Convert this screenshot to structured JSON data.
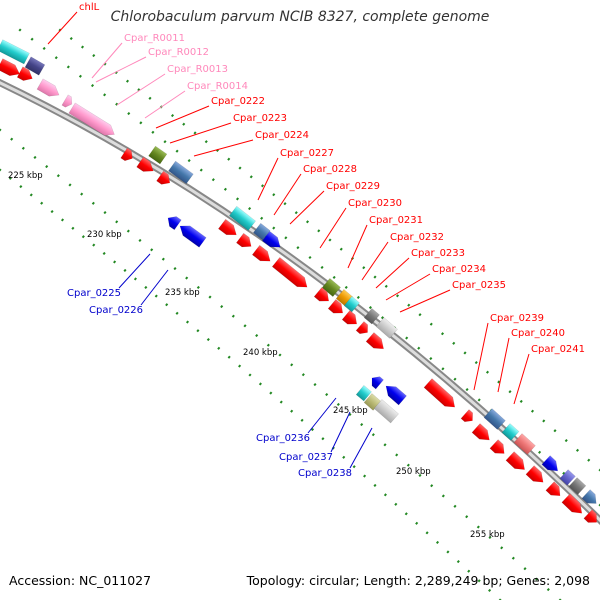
{
  "title": "Chlorobaculum parvum NCIB 8327, complete genome",
  "footer": {
    "accession": "Accession: NC_011027",
    "summary": "Topology: circular; Length: 2,289,249 bp; Genes: 2,098"
  },
  "colors": {
    "forward_label": "#ff0000",
    "reverse_label": "#0000cc",
    "rna_label": "#ff88bb",
    "tick_dots": "#228822",
    "backbone": "#999999"
  },
  "scale_ticks": [
    {
      "label": "225 kbp",
      "kbp": 225
    },
    {
      "label": "230 kbp",
      "kbp": 230
    },
    {
      "label": "235 kbp",
      "kbp": 235
    },
    {
      "label": "240 kbp",
      "kbp": 240
    },
    {
      "label": "245 kbp",
      "kbp": 245
    },
    {
      "label": "250 kbp",
      "kbp": 250
    },
    {
      "label": "255 kbp",
      "kbp": 255
    }
  ],
  "gene_labels": {
    "forward": [
      "chlL",
      "Cpar_R0011",
      "Cpar_R0012",
      "Cpar_R0013",
      "Cpar_R0014",
      "Cpar_0222",
      "Cpar_0223",
      "Cpar_0224",
      "Cpar_0227",
      "Cpar_0228",
      "Cpar_0229",
      "Cpar_0230",
      "Cpar_0231",
      "Cpar_0232",
      "Cpar_0233",
      "Cpar_0234",
      "Cpar_0235",
      "Cpar_0239",
      "Cpar_0240",
      "Cpar_0241"
    ],
    "reverse": [
      "Cpar_0225",
      "Cpar_0226",
      "Cpar_0236",
      "Cpar_0237",
      "Cpar_0238"
    ]
  },
  "gene_types": {
    "chlL": "cds",
    "Cpar_R0011": "rRNA",
    "Cpar_R0012": "rRNA",
    "Cpar_R0013": "rRNA",
    "Cpar_R0014": "rRNA"
  }
}
